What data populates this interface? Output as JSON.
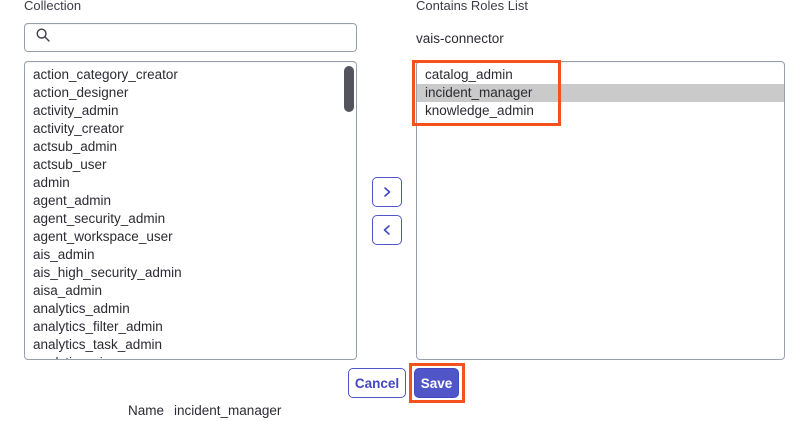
{
  "left_panel": {
    "label": "Collection",
    "search": {
      "icon": "search-icon",
      "value": "",
      "placeholder": ""
    },
    "items": [
      "action_category_creator",
      "action_designer",
      "activity_admin",
      "activity_creator",
      "actsub_admin",
      "actsub_user",
      "admin",
      "agent_admin",
      "agent_security_admin",
      "agent_workspace_user",
      "ais_admin",
      "ais_high_security_admin",
      "aisa_admin",
      "analytics_admin",
      "analytics_filter_admin",
      "analytics_task_admin",
      "analytics_viewer"
    ],
    "scrollbar": {
      "thumb_color": "#54545f"
    }
  },
  "right_panel": {
    "label": "Contains Roles List",
    "subject_name": "vais-connector",
    "items": [
      {
        "label": "catalog_admin",
        "selected": false
      },
      {
        "label": "incident_manager",
        "selected": true
      },
      {
        "label": "knowledge_admin",
        "selected": false
      }
    ]
  },
  "transfer": {
    "add_icon": "chevron-right-icon",
    "remove_icon": "chevron-left-icon"
  },
  "actions": {
    "cancel_label": "Cancel",
    "save_label": "Save"
  },
  "footer": {
    "name_label": "Name",
    "name_value": "incident_manager"
  },
  "colors": {
    "accent": "#5056c8",
    "accent_text": "#4248c0",
    "selection": "#cacaca",
    "annotation": "#f4511e",
    "border": "#9aa0ab",
    "text": "#2b2b33"
  }
}
